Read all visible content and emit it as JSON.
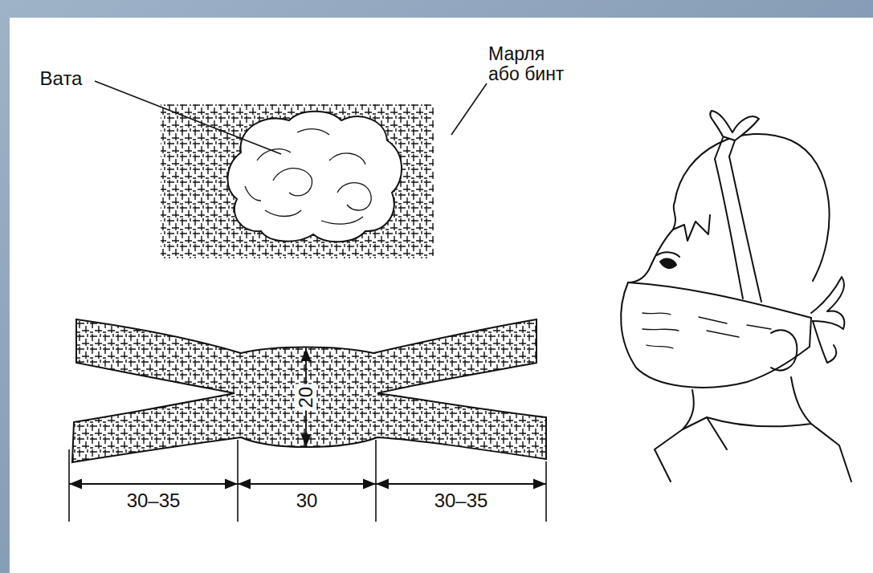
{
  "diagram": {
    "labels": [
      "Вата",
      "Марля або бинт",
      "20",
      "30–35",
      "30",
      "30–35"
    ]
  }
}
